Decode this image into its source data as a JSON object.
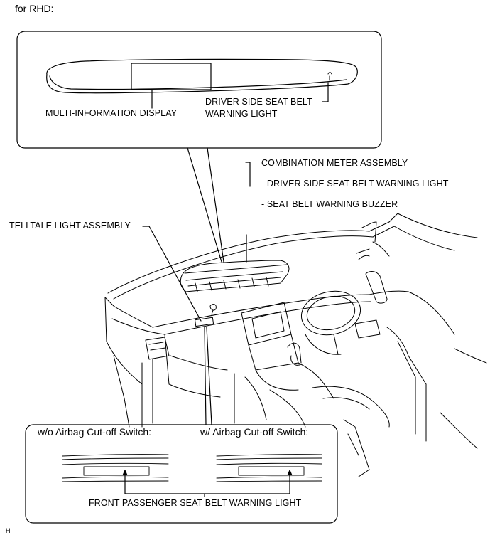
{
  "header": {
    "caption": "for RHD:"
  },
  "callouts": {
    "multi_info_display": "MULTI-INFORMATION DISPLAY",
    "driver_light_line1": "DRIVER SIDE SEAT BELT",
    "driver_light_line2": "WARNING LIGHT",
    "combination_meter": "COMBINATION METER ASSEMBLY",
    "combo_item1": "- DRIVER SIDE SEAT BELT WARNING LIGHT",
    "combo_item2": "- SEAT BELT WARNING BUZZER",
    "telltale": "TELLTALE LIGHT ASSEMBLY",
    "wo_airbag": "w/o Airbag Cut-off Switch:",
    "w_airbag": "w/ Airbag Cut-off Switch:",
    "front_passenger": "FRONT PASSENGER SEAT BELT WARNING LIGHT"
  },
  "footer": {
    "code": "H"
  }
}
